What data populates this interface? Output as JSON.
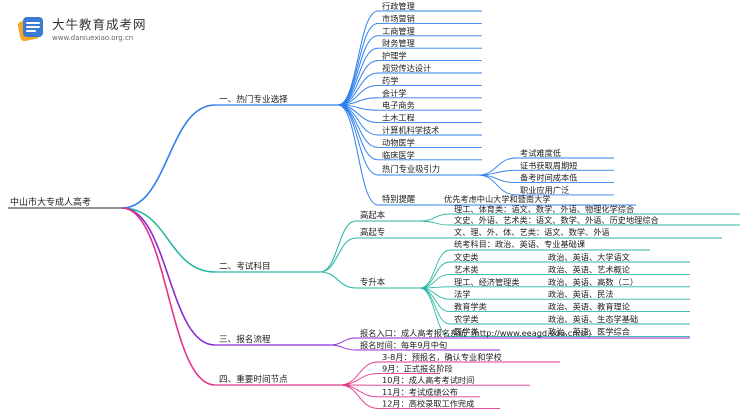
{
  "logo": {
    "title": "大牛教育成考网",
    "url": "www.daniuexiao.org.cn"
  },
  "colors": {
    "blue": "#2f80ed",
    "teal": "#2bb7a3",
    "purple": "#8b2bd6",
    "pink": "#e0368a"
  },
  "root": "中山市大专成人高考",
  "branches": {
    "b1": {
      "label": "一、热门专业选择",
      "majors": [
        "行政管理",
        "市场营销",
        "工商管理",
        "财务管理",
        "护理学",
        "视觉传达设计",
        "药学",
        "会计学",
        "电子商务",
        "土木工程",
        "计算机科学技术",
        "动物医学",
        "临床医学"
      ],
      "attraction": {
        "label": "热门专业吸引力",
        "items": [
          "考试难度低",
          "证书获取周期短",
          "备考时间成本低",
          "职业应用广泛"
        ]
      },
      "tip": {
        "label": "特别提醒",
        "text": "优先考虑中山大学和暨南大学"
      }
    },
    "b2": {
      "label": "二、考试科目",
      "gqb": {
        "label": "高起本",
        "items": [
          "理工、体育类：语文、数学、外语、物理化学综合",
          "文史、外语、艺术类：语文、数学、外语、历史地理综合"
        ]
      },
      "gqz": {
        "label": "高起专",
        "text": "文、理、外、体、艺类：语文、数学、外语"
      },
      "zsb": {
        "label": "专升本",
        "common": "统考科目：政治、英语、专业基础课",
        "rows": [
          {
            "cat": "文史类",
            "subjects": "政治、英语、大学语文"
          },
          {
            "cat": "艺术类",
            "subjects": "政治、英语、艺术概论"
          },
          {
            "cat": "理工、经济管理类",
            "subjects": "政治、英语、高数（二）"
          },
          {
            "cat": "法学",
            "subjects": "政治、英语、民法"
          },
          {
            "cat": "教育学类",
            "subjects": "政治、英语、教育理论"
          },
          {
            "cat": "农学类",
            "subjects": "政治、英语、生态学基础"
          },
          {
            "cat": "医学类",
            "subjects": "政治、英语、医学综合"
          }
        ]
      }
    },
    "b3": {
      "label": "三、报名流程",
      "items": [
        "报名入口：成人高考报名系统（http://www.eeagd.edu.cn/cr）",
        "报名时间：每年9月中旬"
      ]
    },
    "b4": {
      "label": "四、重要时间节点",
      "items": [
        "3-8月：预报名，确认专业和学校",
        "9月：正式报名阶段",
        "10月：成人高考考试时间",
        "11月：考试成绩公布",
        "12月：高校录取工作完成"
      ]
    }
  }
}
